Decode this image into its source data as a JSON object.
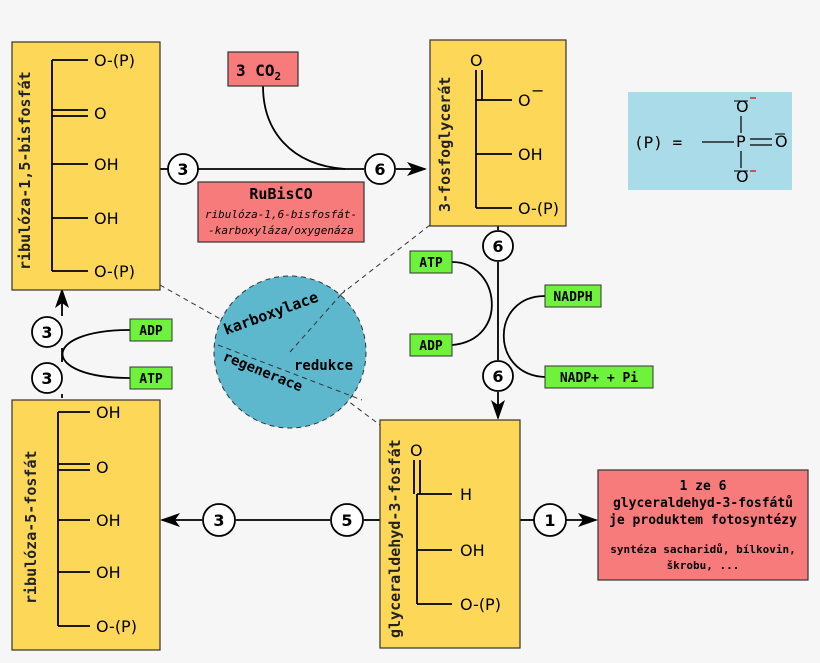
{
  "compounds": {
    "rubp": "ribulóza-1,5-bisfosfát",
    "pga": "3-fosfoglycerát",
    "g3p": "glyceraldehyd-3-fosfát",
    "ru5p": "ribulóza-5-fosfát"
  },
  "groups": {
    "phosphate": "O-(P)",
    "oxo": "O",
    "hydroxyl": "OH",
    "hydrogen": "H",
    "carboxylate": "O",
    "minus": "−"
  },
  "co2": {
    "prefix": "3 CO",
    "subscript": "2"
  },
  "rubisco": {
    "name": "RuBisCO",
    "line1": "ribulóza-1,6-bisfosfát-",
    "line2": "-karboxyláza/oxygenáza"
  },
  "counts": {
    "rubp_out": "3",
    "pga_in": "6",
    "pga_out": "6",
    "nadph_step": "6",
    "g3p_left": "5",
    "ru5p_in": "3",
    "g3p_right": "1",
    "regen_upper": "3",
    "regen_lower": "3"
  },
  "cofactors": {
    "atp_left": "ATP",
    "adp_left": "ADP",
    "nadph": "NADPH",
    "nadp": "NADP+ + Pi",
    "adp_regen": "ADP",
    "atp_regen": "ATP"
  },
  "phases": {
    "carboxylation": "karboxylace",
    "reduction": "redukce",
    "regeneration": "regenerace"
  },
  "legend": {
    "label": "(P) =",
    "o_top": "O",
    "o_right": "O",
    "o_bottom": "O",
    "p": "P"
  },
  "product_box": {
    "line1": "1 ze 6",
    "line2": "glyceraldehyd-3-fosfátů",
    "line3": "je produktem fotosyntézy",
    "line4": "syntéza sacharidů, bílkovin,",
    "line5": "škrobu, ..."
  },
  "colors": {
    "compound_box": "#fcd758",
    "enzyme_box": "#f87b7b",
    "cofactor_box": "#6ef23c",
    "phase_circle": "#5db8ce",
    "legend_box": "#aadbe8"
  }
}
